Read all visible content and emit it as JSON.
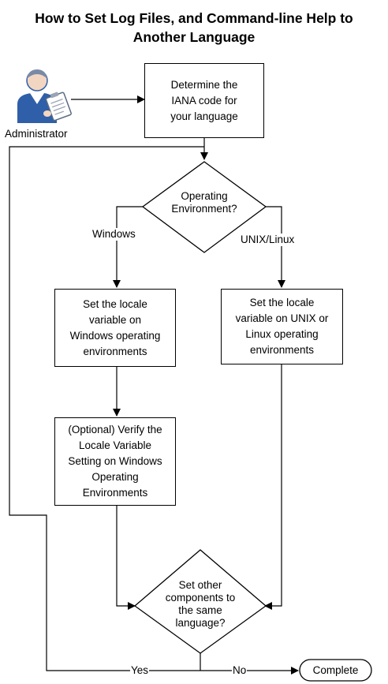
{
  "title_line1": "How to Set Log Files, and Command-line Help to",
  "title_line2": "Another Language",
  "actor": {
    "label": "Administrator",
    "icon": "administrator-icon"
  },
  "steps": {
    "iana": "Determine the\nIANA code for\nyour language",
    "env_decision": "Operating\nEnvironment?",
    "windows_label": "Windows",
    "unix_label": "UNIX/Linux",
    "windows_locale": "Set the locale\nvariable on\nWindows operating\nenvironments",
    "unix_locale": "Set the locale\nvariable on UNIX or\nLinux operating\nenvironments",
    "verify": "(Optional) Verify the\nLocale Variable\nSetting on Windows\nOperating\nEnvironments",
    "components_decision": "Set other\ncomponents to\nthe same\nlanguage?",
    "yes_label": "Yes",
    "no_label": "No",
    "complete": "Complete"
  }
}
